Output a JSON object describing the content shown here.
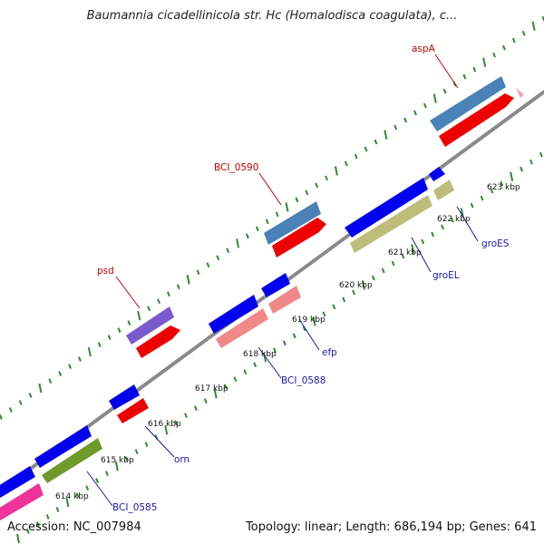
{
  "title": "Baumannia cicadellinicola str. Hc (Homalodisca coagulata), c...",
  "footer": {
    "accession": "Accession: NC_007984",
    "summary": "Topology: linear; Length: 686,194 bp; Genes: 641"
  },
  "colors": {
    "backbone": "#8a8a8a",
    "ticks": "#2e8b2e",
    "gene_label_red": "#cc0000",
    "gene_label_blue": "#1a1aa8",
    "blue": "#0000ee",
    "red": "#ee0000",
    "steelblue": "#4a82b8",
    "pink": "#f08888",
    "olive": "#bdbd7a",
    "green": "#6f9a2c",
    "purple": "#7a5acc",
    "magenta": "#ee3399"
  },
  "ticks": [
    {
      "label": "614 kbp"
    },
    {
      "label": "615 kbp"
    },
    {
      "label": "616 kbp"
    },
    {
      "label": "617 kbp"
    },
    {
      "label": "618 kbp"
    },
    {
      "label": "619 kbp"
    },
    {
      "label": "620 kbp"
    },
    {
      "label": "621 kbp"
    },
    {
      "label": "622 kbp"
    },
    {
      "label": "623 kbp"
    }
  ],
  "gene_labels": [
    {
      "id": "aspA",
      "label": "aspA",
      "color": "red"
    },
    {
      "id": "BCI_0590",
      "label": "BCI_0590",
      "color": "red"
    },
    {
      "id": "psd",
      "label": "psd",
      "color": "red"
    },
    {
      "id": "groES",
      "label": "groES",
      "color": "blue"
    },
    {
      "id": "groEL",
      "label": "groEL",
      "color": "blue"
    },
    {
      "id": "efp",
      "label": "efp",
      "color": "blue"
    },
    {
      "id": "BCI_0588",
      "label": "BCI_0588",
      "color": "blue"
    },
    {
      "id": "orn",
      "label": "orn",
      "color": "blue"
    },
    {
      "id": "BCI_0585",
      "label": "BCI_0585",
      "color": "blue"
    }
  ]
}
